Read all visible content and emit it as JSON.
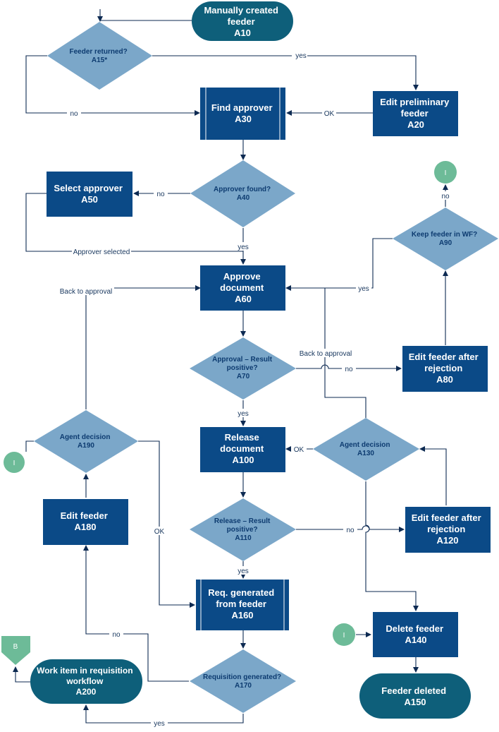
{
  "colors": {
    "process": "#0b4a87",
    "decision": "#7ba7c9",
    "terminal": "#0e5f7a",
    "connector": "#6dbb98",
    "line": "#0d2a52"
  },
  "nodes": [
    {
      "id": "A10",
      "kind": "terminal",
      "lines": [
        "Manually created",
        "feeder",
        "A10"
      ]
    },
    {
      "id": "A15",
      "kind": "decision",
      "lines": [
        "Feeder returned?",
        "A15*"
      ]
    },
    {
      "id": "A20",
      "kind": "process",
      "lines": [
        "Edit preliminary",
        "feeder",
        "A20"
      ]
    },
    {
      "id": "A30",
      "kind": "subprocess",
      "lines": [
        "Find approver",
        "A30"
      ]
    },
    {
      "id": "A40",
      "kind": "decision",
      "lines": [
        "Approver found?",
        "A40"
      ]
    },
    {
      "id": "A50",
      "kind": "process",
      "lines": [
        "Select approver",
        "A50"
      ]
    },
    {
      "id": "A60",
      "kind": "process",
      "lines": [
        "Approve",
        "document",
        "A60"
      ]
    },
    {
      "id": "A70",
      "kind": "decision",
      "lines": [
        "Approval – Result",
        "positive?",
        "A70"
      ]
    },
    {
      "id": "A80",
      "kind": "process",
      "lines": [
        "Edit feeder after",
        "rejection",
        "A80"
      ]
    },
    {
      "id": "A90",
      "kind": "decision",
      "lines": [
        "Keep feeder in WF?",
        "A90"
      ]
    },
    {
      "id": "A100",
      "kind": "process",
      "lines": [
        "Release",
        "document",
        "A100"
      ]
    },
    {
      "id": "A110",
      "kind": "decision",
      "lines": [
        "Release – Result",
        "positive?",
        "A110"
      ]
    },
    {
      "id": "A120",
      "kind": "process",
      "lines": [
        "Edit feeder after",
        "rejection",
        "A120"
      ]
    },
    {
      "id": "A130",
      "kind": "decision",
      "lines": [
        "Agent decision",
        "A130"
      ]
    },
    {
      "id": "A140",
      "kind": "process",
      "lines": [
        "Delete feeder",
        "A140"
      ]
    },
    {
      "id": "A150",
      "kind": "terminal",
      "lines": [
        "Feeder deleted",
        "A150"
      ]
    },
    {
      "id": "A160",
      "kind": "subprocess",
      "lines": [
        "Req. generated",
        "from feeder",
        "A160"
      ]
    },
    {
      "id": "A170",
      "kind": "decision",
      "lines": [
        "Requisition generated?",
        "A170"
      ]
    },
    {
      "id": "A180",
      "kind": "process",
      "lines": [
        "Edit feeder",
        "A180"
      ]
    },
    {
      "id": "A190",
      "kind": "decision",
      "lines": [
        "Agent decision",
        "A190"
      ]
    },
    {
      "id": "A200",
      "kind": "terminal",
      "lines": [
        "Work item in requisition",
        "workflow",
        "A200"
      ]
    },
    {
      "id": "I-top",
      "kind": "connector",
      "lines": [
        "I"
      ]
    },
    {
      "id": "I-left",
      "kind": "connector",
      "lines": [
        "I"
      ]
    },
    {
      "id": "I-bottom",
      "kind": "connector",
      "lines": [
        "I"
      ]
    },
    {
      "id": "B",
      "kind": "offpage",
      "lines": [
        "B"
      ]
    }
  ],
  "edge_labels": {
    "a15_yes": "yes",
    "a15_no": "no",
    "a20_ok": "OK",
    "a40_no": "no",
    "a40_yes": "yes",
    "approver_selected": "Approver selected",
    "a90_yes": "yes",
    "a90_no": "no",
    "back_to_approval_a190": "Back to approval",
    "back_to_approval_a130": "Back to approval",
    "a70_no": "no",
    "a70_yes": "yes",
    "a130_ok": "OK",
    "a110_no": "no",
    "a110_yes": "yes",
    "a190_ok": "OK",
    "a170_no": "no",
    "a170_yes": "yes"
  }
}
